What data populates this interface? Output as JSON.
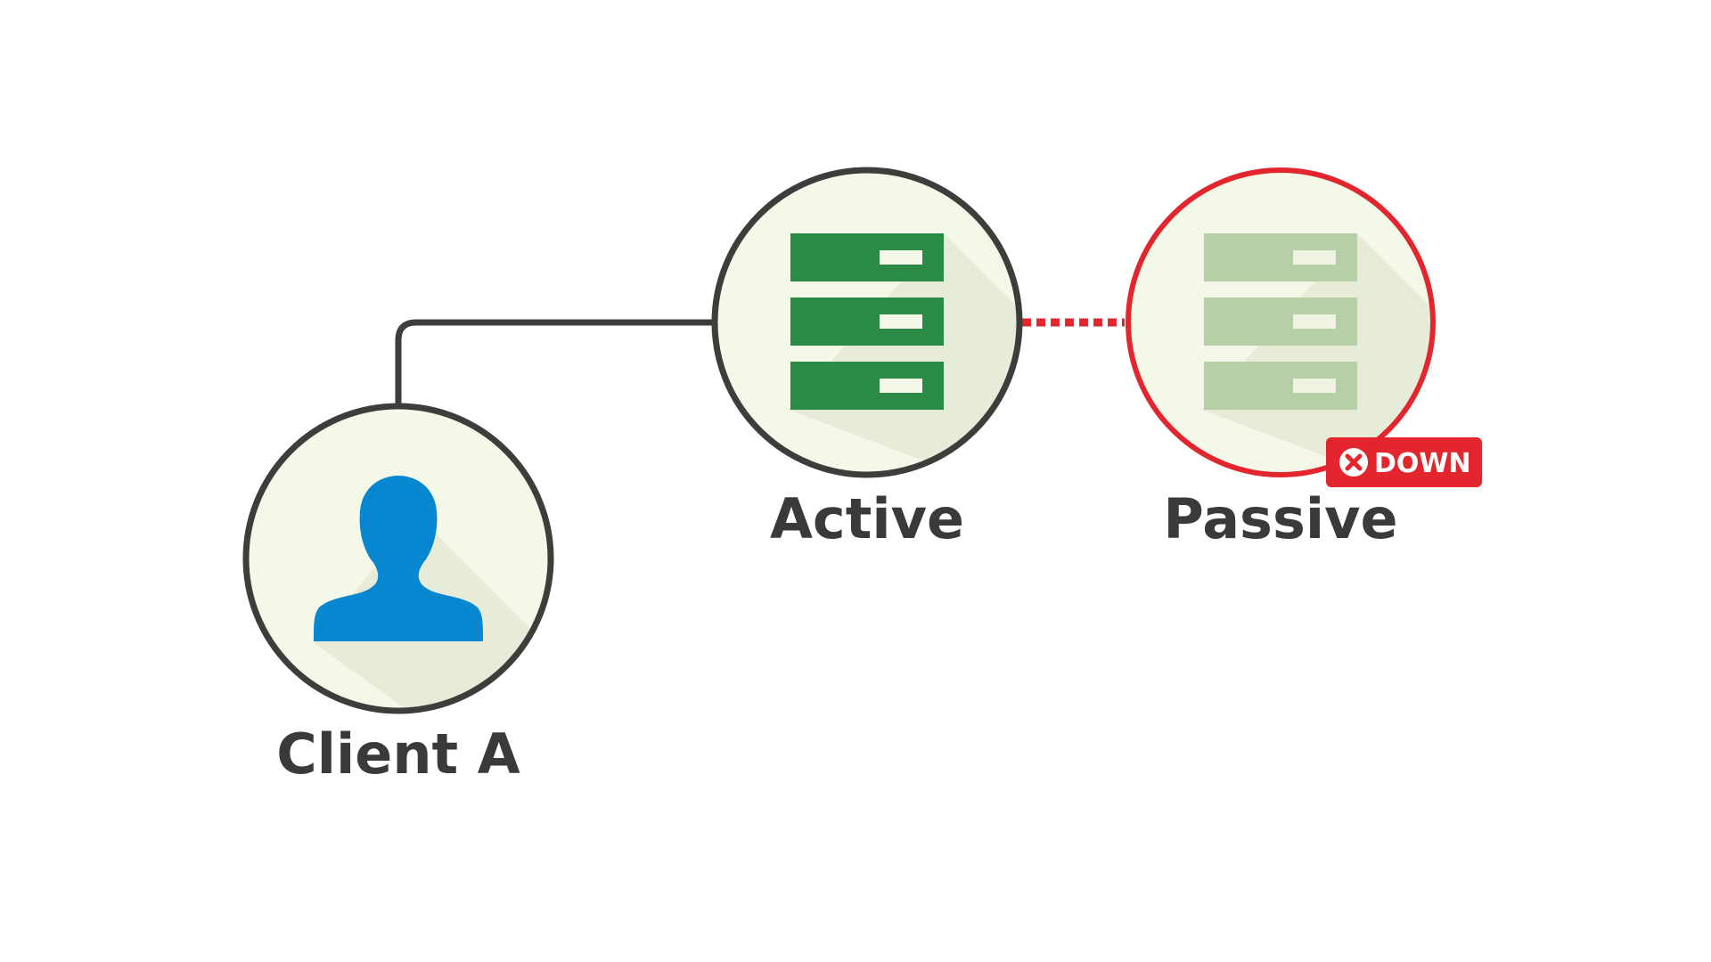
{
  "colors": {
    "background": "#ffffff",
    "node_fill": "#f3f8e8",
    "node_shadow": "#e6ecd7",
    "node_border": "#3d3d3b",
    "down_border": "#e3262d",
    "active_server": "#2b8a45",
    "passive_server": "#b6cfa6",
    "client_person": "#0787cf",
    "link_solid": "#3d3d3b",
    "link_dashed": "#e3262d",
    "badge_bg": "#e3262d",
    "label_text": "#3a3a3a"
  },
  "nodes": {
    "client": {
      "label": "Client A",
      "icon": "person-icon"
    },
    "active": {
      "label": "Active",
      "icon": "server-icon"
    },
    "passive": {
      "label": "Passive",
      "icon": "server-icon",
      "status": "DOWN",
      "status_icon": "x-circle-icon"
    }
  },
  "links": [
    {
      "from": "Client A",
      "to": "Active",
      "style": "solid"
    },
    {
      "from": "Active",
      "to": "Passive",
      "style": "dashed"
    }
  ]
}
